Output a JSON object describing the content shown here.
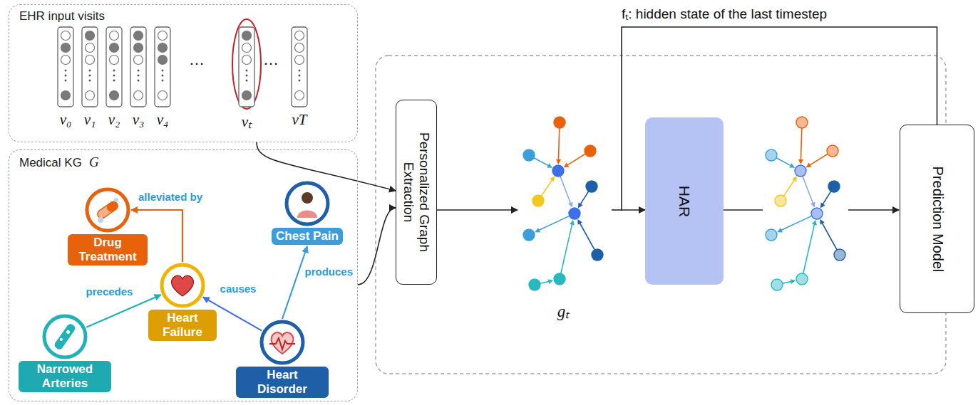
{
  "diagram": {
    "nodes": [
      {
        "text": [
          "EHR input visits"
        ]
      },
      {
        "text": [
          "Medical KG",
          "G"
        ]
      },
      {
        "text": [
          "Drug Treatment"
        ],
        "in": 1
      },
      {
        "text": [
          "Chest Pain"
        ],
        "in": 1
      },
      {
        "text": [
          "Heart Failure"
        ],
        "in": 1
      },
      {
        "text": [
          "Heart Disorder"
        ],
        "in": 1
      },
      {
        "text": [
          "Narrowed Arteries"
        ],
        "in": 1
      },
      {
        "text": [
          "Personalized Graph Extraction"
        ]
      },
      {
        "text": [
          "HAR"
        ]
      },
      {
        "text": [
          "Prediction Model"
        ]
      }
    ],
    "edges": [
      {
        "from": 4,
        "to": 2,
        "arrow": "to",
        "label": "alleviated by"
      },
      {
        "from": 6,
        "to": 4,
        "arrow": "to",
        "label": "precedes"
      },
      {
        "from": 5,
        "to": 4,
        "arrow": "to",
        "label": "causes"
      },
      {
        "from": 5,
        "to": 3,
        "arrow": "to",
        "label": "produces"
      },
      {
        "from": 0,
        "to": 7,
        "arrow": "to"
      },
      {
        "from": 1,
        "to": 7,
        "arrow": "to"
      },
      {
        "from": 9,
        "to": 8,
        "arrow": "to",
        "label": "fₜ: hidden state of the last timestep"
      }
    ],
    "labels": [
      "v₀",
      "v₁",
      "v₂",
      "v₃",
      "v₄",
      "…",
      "vₜ",
      "…",
      "vT",
      "gₜ"
    ]
  }
}
